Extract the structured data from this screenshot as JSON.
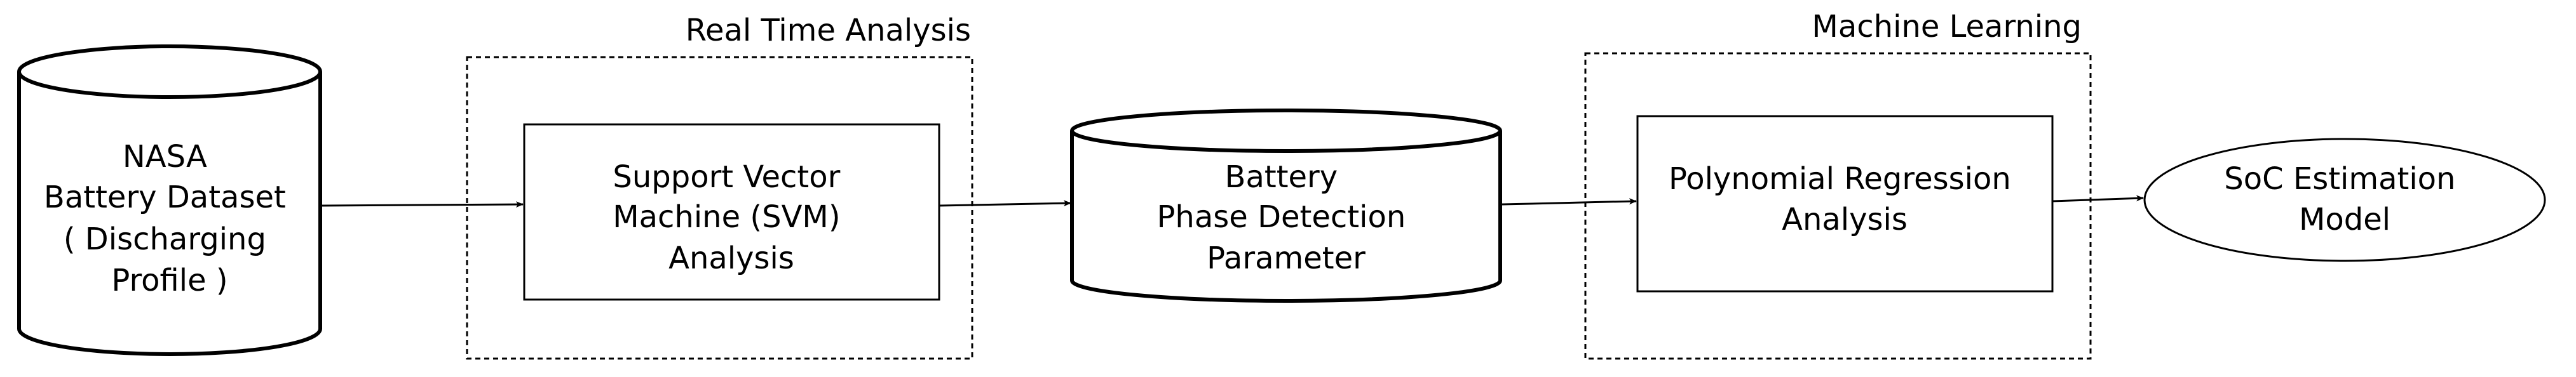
{
  "groups": {
    "real_time": {
      "label": "Real Time Analysis"
    },
    "machine_learning": {
      "label": "Machine Learning"
    }
  },
  "nodes": {
    "dataset": {
      "lines": [
        "NASA",
        "Battery Dataset",
        "( Discharging",
        "Profile )"
      ]
    },
    "svm": {
      "lines": [
        "Support Vector",
        "Machine (SVM)",
        "Analysis"
      ]
    },
    "phase": {
      "lines": [
        "Battery",
        "Phase Detection",
        "Parameter"
      ]
    },
    "regression": {
      "lines": [
        "Polynomial Regression",
        "Analysis"
      ]
    },
    "soc": {
      "lines": [
        "SoC Estimation",
        "Model"
      ]
    }
  }
}
